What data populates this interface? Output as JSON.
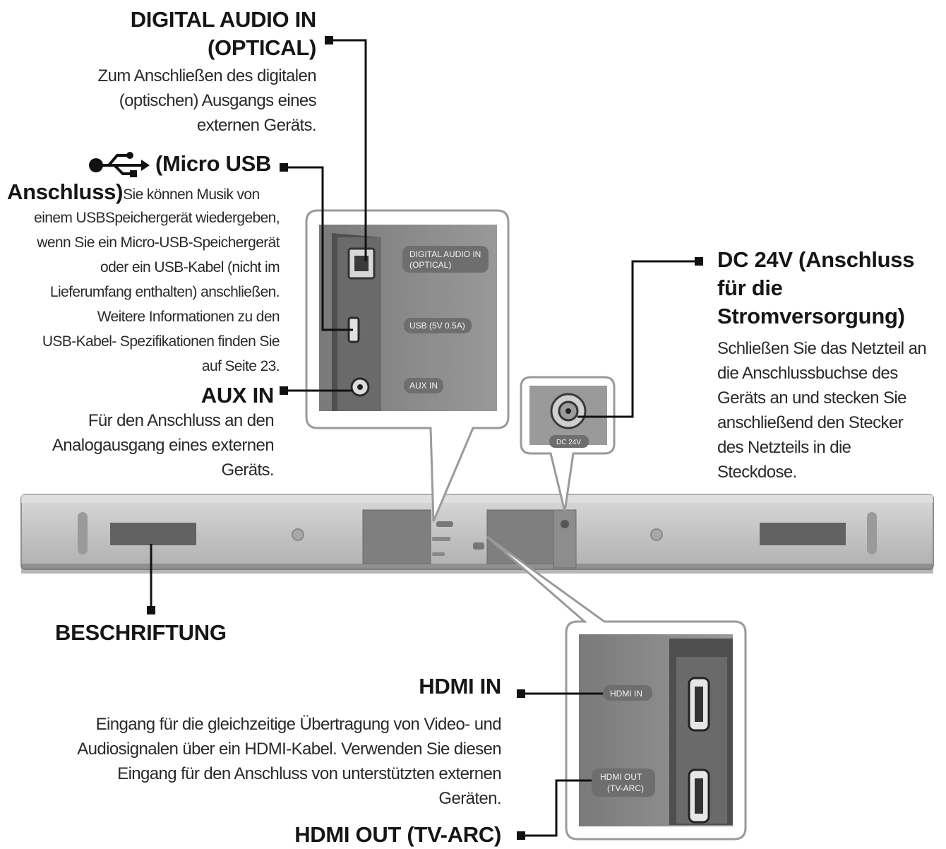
{
  "labels": {
    "optical": {
      "title_line1": "DIGITAL AUDIO IN",
      "title_line2": "(OPTICAL)",
      "desc": [
        "Zum Anschließen des digitalen",
        "(optischen) Ausgangs eines",
        "externen Geräts."
      ]
    },
    "usb": {
      "title_part1": "(Micro USB",
      "title_part2": "Anschluss)",
      "desc_first": "Sie können Musik von",
      "desc": [
        "einem USBSpeichergerät wiedergeben,",
        "wenn Sie ein Micro-USB-Speichergerät",
        "oder ein USB-Kabel (nicht im",
        "Lieferumfang enthalten) anschließen.",
        "Weitere Informationen zu den",
        "USB-Kabel- Spezifikationen finden Sie",
        "auf Seite 23."
      ],
      "icon": "usb-icon"
    },
    "aux": {
      "title": "AUX IN",
      "desc": [
        "Für den Anschluss an den",
        "Analogausgang eines externen",
        "Geräts."
      ]
    },
    "dc": {
      "title": [
        "DC 24V (Anschluss",
        "für die",
        "Stromversorgung)"
      ],
      "desc": [
        "Schließen Sie das Netzteil an",
        "die Anschlussbuchse des",
        "Geräts an und stecken Sie",
        "anschließend den Stecker",
        "des Netzteils in die",
        "Steckdose."
      ]
    },
    "label": {
      "title": "BESCHRIFTUNG"
    },
    "hdmi_in": {
      "title": "HDMI IN",
      "desc": [
        "Eingang für die gleichzeitige Übertragung von Video- und",
        "Audiosignalen über ein HDMI-Kabel. Verwenden Sie diesen",
        "Eingang für den Anschluss von unterstützten externen",
        "Geräten."
      ]
    },
    "hdmi_out": {
      "title": "HDMI OUT (TV-ARC)"
    }
  },
  "panel_labels": {
    "optical_line1": "DIGITAL AUDIO IN",
    "optical_line2": "(OPTICAL)",
    "usb": "USB (5V 0.5A)",
    "aux": "AUX IN",
    "dc": "DC 24V",
    "hdmi_in": "HDMI IN",
    "hdmi_out_line1": "HDMI OUT",
    "hdmi_out_line2": "(TV-ARC)"
  },
  "colors": {
    "panel_dark": "#5c5c5c",
    "panel_mid": "#8a8a8a",
    "bar_body": "#c9c9c9",
    "callout_line": "#111111"
  }
}
